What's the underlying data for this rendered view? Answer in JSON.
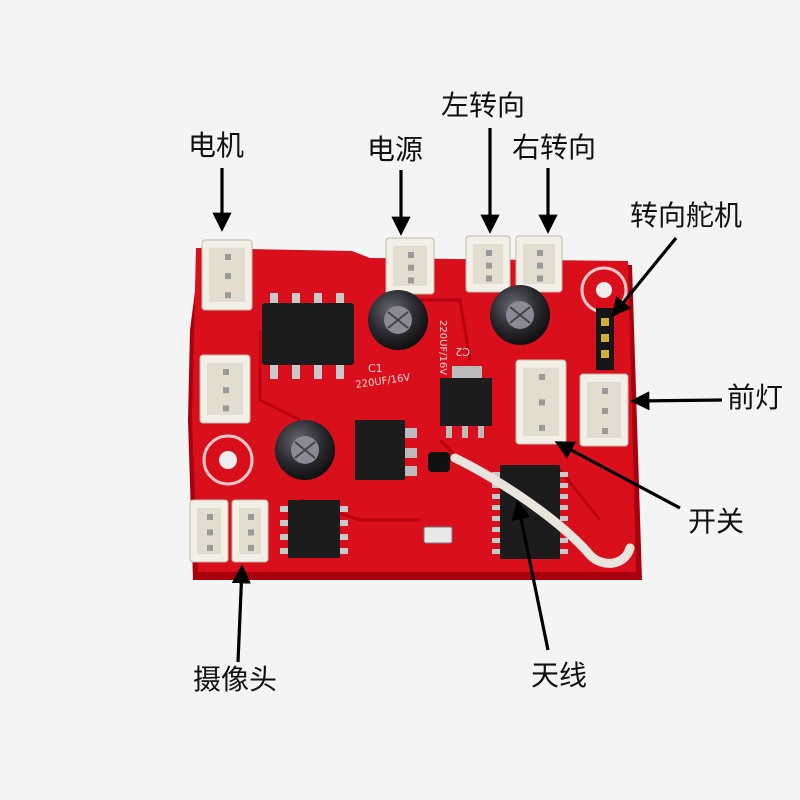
{
  "labels": {
    "motor": "电机",
    "power": "电源",
    "left_turn": "左转向",
    "right_turn": "右转向",
    "steering_servo": "转向舵机",
    "headlight": "前灯",
    "switch": "开关",
    "camera": "摄像头",
    "antenna": "天线"
  },
  "board_marks": {
    "cap_c1": "220UF/16V",
    "cap_c2": "220UF/16V",
    "c1": "C1",
    "c2": "C2"
  },
  "colors": {
    "pcb": "#d9101c",
    "pcb_dark": "#a8000c",
    "connector": "#f2efe6",
    "chip": "#1c1c1c",
    "cap": "#2a2a30",
    "arrow": "#000000",
    "antenna": "#e9e4dc"
  }
}
